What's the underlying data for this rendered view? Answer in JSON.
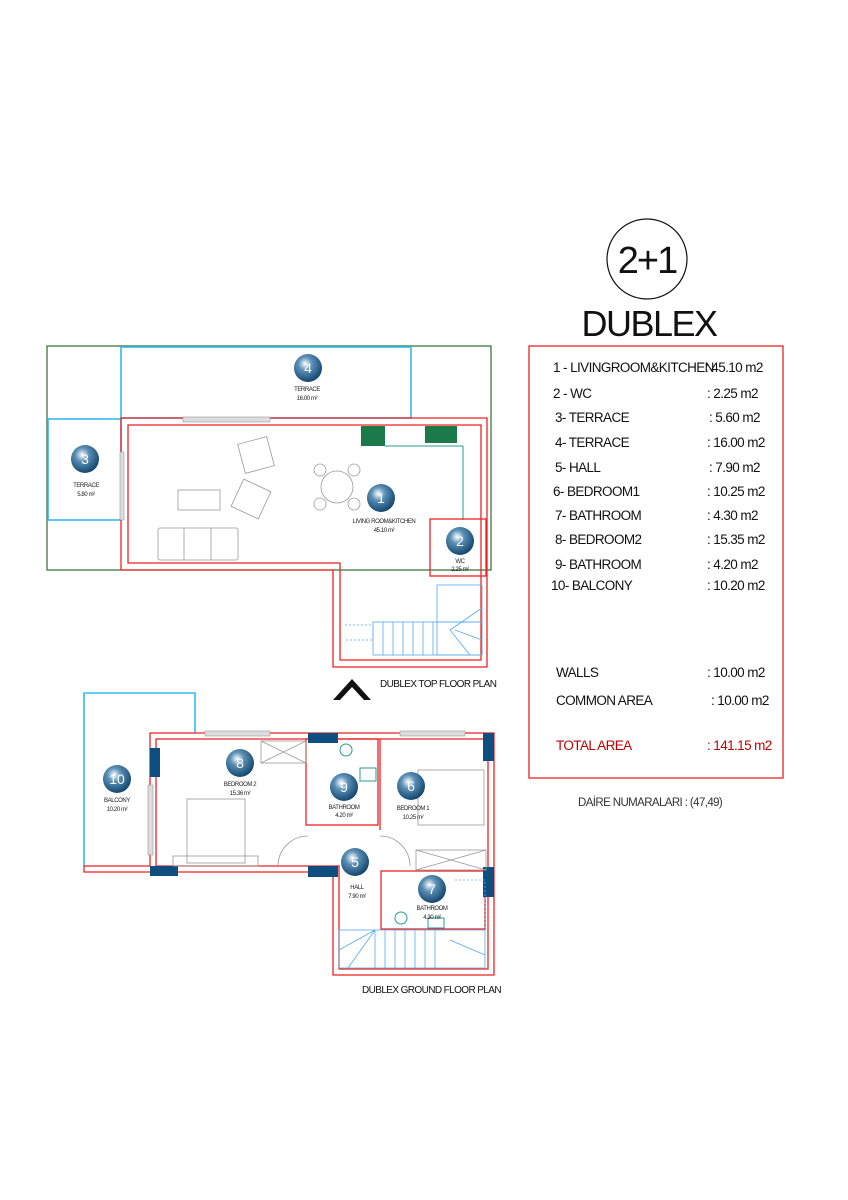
{
  "unit_type": "2+1",
  "title": "DUBLEX",
  "legend": {
    "rooms": [
      {
        "name": "1 - LIVINGROOM&KITCHEN",
        "area": ": 45.10 m2"
      },
      {
        "name": "2 - WC",
        "area": ": 2.25 m2"
      },
      {
        "name": "3- TERRACE",
        "area": ": 5.60 m2"
      },
      {
        "name": "4- TERRACE",
        "area": ": 16.00 m2"
      },
      {
        "name": "5- HALL",
        "area": ": 7.90 m2"
      },
      {
        "name": "6- BEDROOM1",
        "area": ": 10.25 m2"
      },
      {
        "name": "7- BATHROOM",
        "area": ": 4.30 m2"
      },
      {
        "name": "8- BEDROOM2",
        "area": ": 15.35 m2"
      },
      {
        "name": "9- BATHROOM",
        "area": ": 4.20 m2"
      },
      {
        "name": "10- BALCONY",
        "area": ": 10.20 m2"
      }
    ],
    "walls": {
      "name": "WALLS",
      "area": ": 10.00 m2"
    },
    "common": {
      "name": "COMMON AREA",
      "area": ": 10.00 m2"
    },
    "total": {
      "name": "TOTAL AREA",
      "area": ": 141.15 m2"
    }
  },
  "apartment_numbers": "DAİRE NUMARALARI : (47,49)",
  "top_floor": {
    "caption": "DUBLEX TOP FLOOR PLAN",
    "rooms": [
      {
        "num": "4",
        "label": "TERRACE",
        "area": "16.00 m²"
      },
      {
        "num": "3",
        "label": "TERRACE",
        "area": "5.80 m²"
      },
      {
        "num": "1",
        "label": "LIVING ROOM&KITCHEN",
        "area": "45.10 m²"
      },
      {
        "num": "2",
        "label": "WC",
        "area": "2.25 m²"
      }
    ]
  },
  "ground_floor": {
    "caption": "DUBLEX GROUND FLOOR PLAN",
    "rooms": [
      {
        "num": "10",
        "label": "BALCONY",
        "area": "10.20 m²"
      },
      {
        "num": "8",
        "label": "BEDROOM 2",
        "area": "15.36 m²"
      },
      {
        "num": "9",
        "label": "BATHROOM",
        "area": "4.20 m²"
      },
      {
        "num": "6",
        "label": "BEDROOM 1",
        "area": "10.25 m²"
      },
      {
        "num": "5",
        "label": "HALL",
        "area": "7.90 m²"
      },
      {
        "num": "7",
        "label": "BATHROOM",
        "area": "4.30 m²"
      }
    ]
  },
  "colors": {
    "wall": "#ee2222",
    "terrace": "#33bbee",
    "outline": "#2e6b2e",
    "marker": "#1a5a85",
    "column": "#0f4f80",
    "total": "#c00000"
  }
}
